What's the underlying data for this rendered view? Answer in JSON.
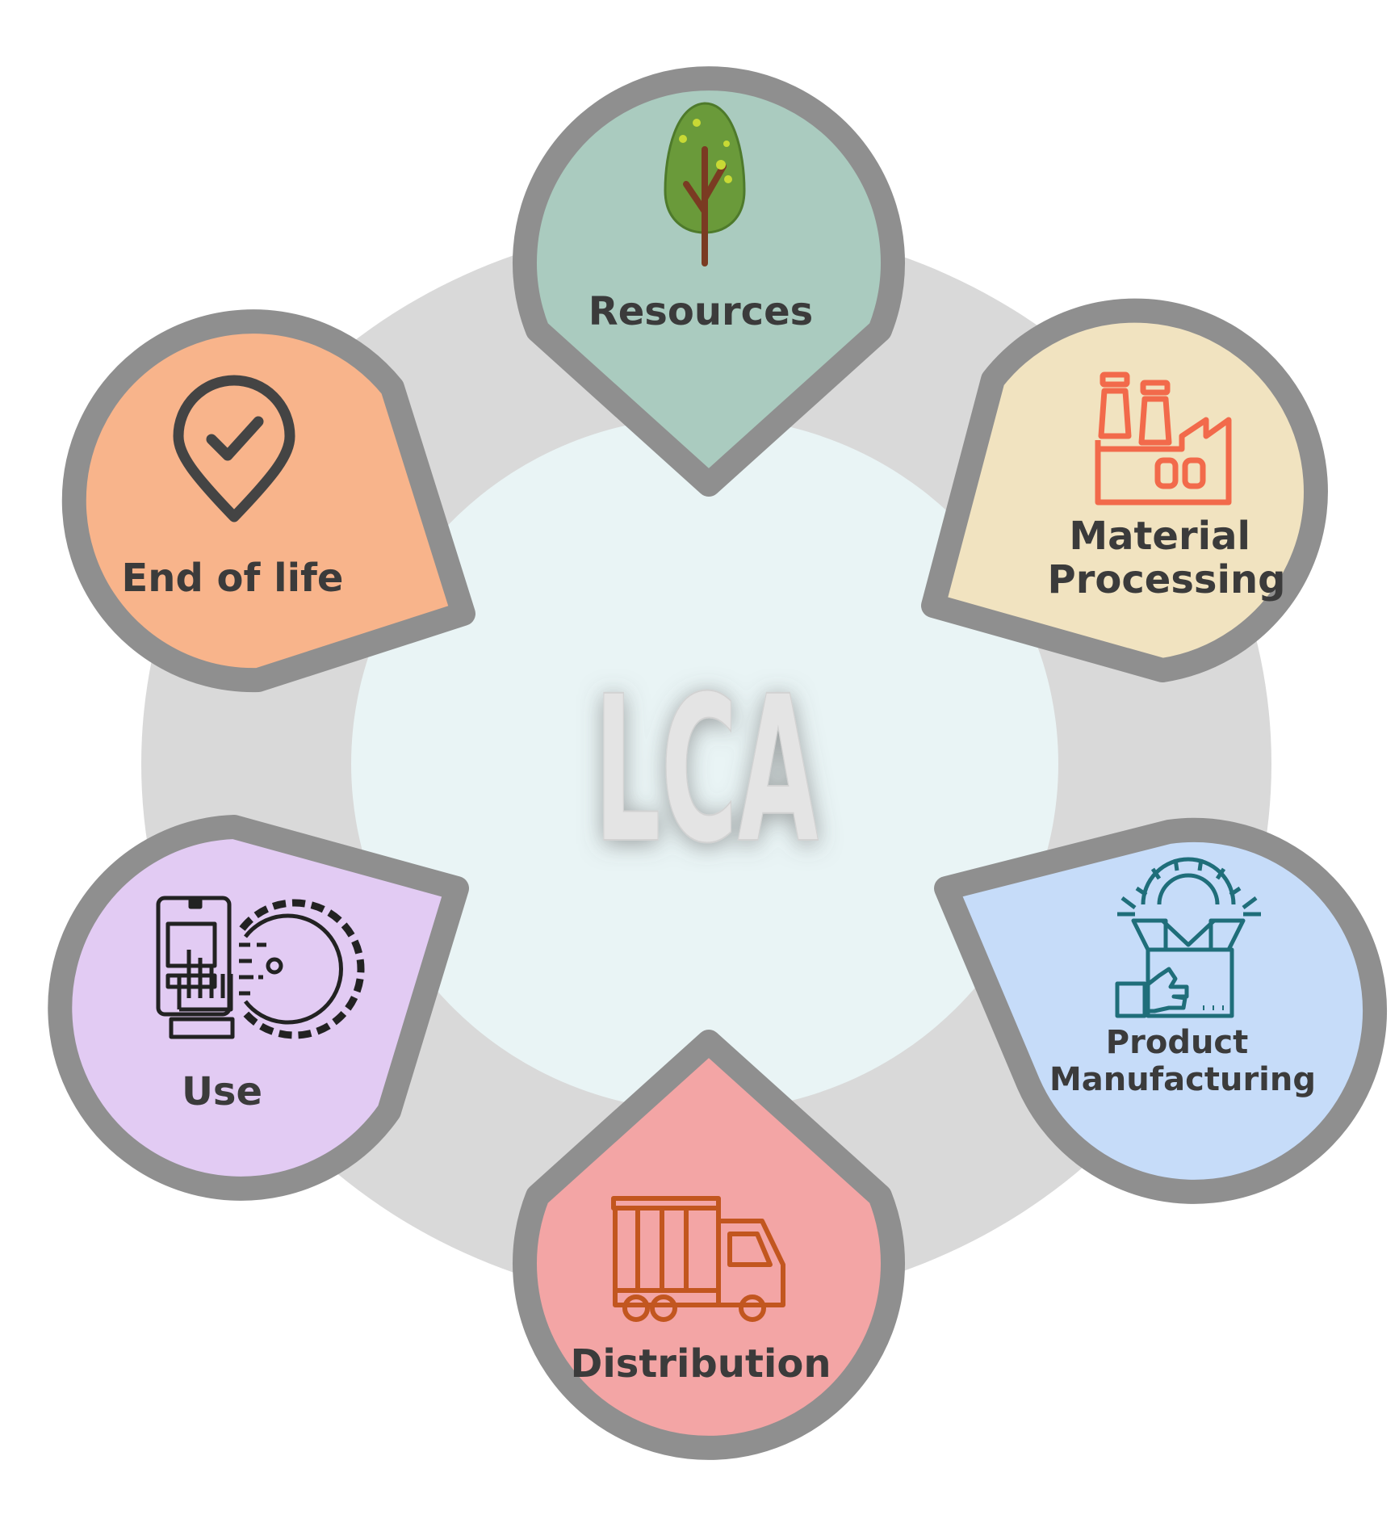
{
  "center": {
    "label": "LCA"
  },
  "stages": [
    {
      "id": "resources",
      "lines": [
        "Resources"
      ],
      "fill": "#aacbbf",
      "icon": "tree-icon",
      "icon_color": "#6a9a3a"
    },
    {
      "id": "material-processing",
      "lines": [
        "Material",
        "Processing"
      ],
      "fill": "#f1e3c0",
      "icon": "factory-icon",
      "icon_color": "#f26a4b"
    },
    {
      "id": "product-manufacturing",
      "lines": [
        "Product",
        "Manufacturing"
      ],
      "fill": "#c6dcf9",
      "icon": "manufacturing-box-gear-icon",
      "icon_color": "#1f6e7a"
    },
    {
      "id": "distribution",
      "lines": [
        "Distribution"
      ],
      "fill": "#f3a5a5",
      "icon": "delivery-truck-icon",
      "icon_color": "#c2561f"
    },
    {
      "id": "use",
      "lines": [
        "Use"
      ],
      "fill": "#e2cbf3",
      "icon": "touchscreen-hand-gear-icon",
      "icon_color": "#222222"
    },
    {
      "id": "end-of-life",
      "lines": [
        "End of life"
      ],
      "fill": "#f8b48b",
      "icon": "location-check-icon",
      "icon_color": "#444444"
    }
  ],
  "colors": {
    "outline": "#8f8f8f",
    "outer_ring": "#d9d9d9",
    "inner_disc": "#e9f4f5",
    "label_text": "#3b3b3b",
    "center_text": "#e4e4e4"
  }
}
